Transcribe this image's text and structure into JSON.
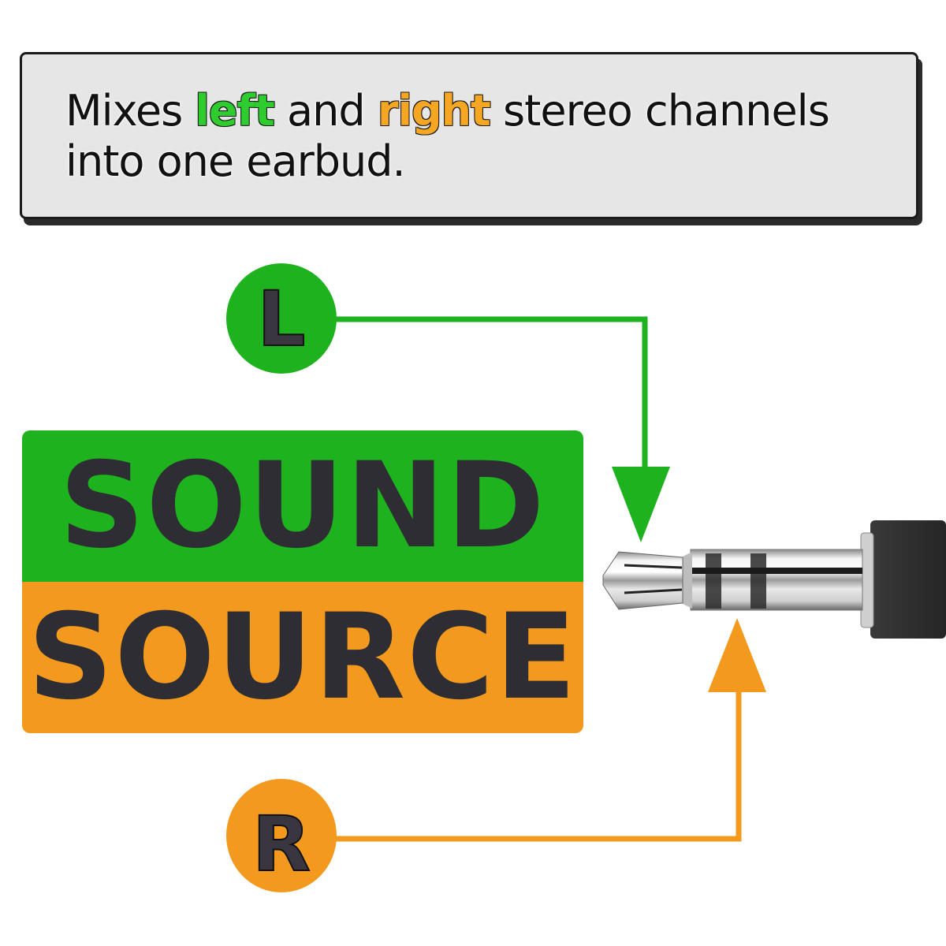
{
  "caption": {
    "prefix": "Mixes ",
    "left_word": "left",
    "middle": " and ",
    "right_word": "right",
    "suffix_line1": " stereo channels",
    "line2": "into one earbud."
  },
  "source_block": {
    "top_word": "SOUND",
    "bottom_word": "SOURCE"
  },
  "channels": {
    "left": {
      "label": "L",
      "color": "#1eb31e"
    },
    "right": {
      "label": "R",
      "color": "#f39a1e"
    }
  },
  "plug": {
    "icon": "audio-jack-plug-icon"
  },
  "colors": {
    "caption_bg": "#e6e6e6",
    "text_dark": "#2e2d33",
    "green": "#1eb31e",
    "orange": "#f39a1e"
  }
}
